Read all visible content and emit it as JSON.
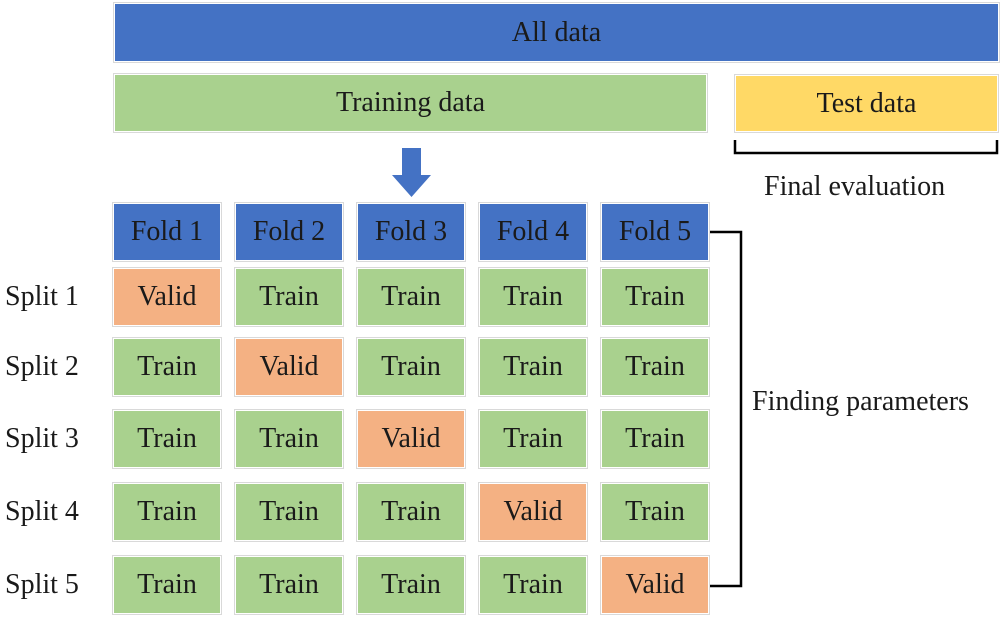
{
  "colors": {
    "all": "#4472c4",
    "training": "#a9d18e",
    "test": "#ffd966",
    "fold": "#4472c4",
    "train": "#a9d18e",
    "valid": "#f4b183",
    "arrow": "#4472c4",
    "bracket": "#000000"
  },
  "top": {
    "all_label": "All data",
    "training_label": "Training data",
    "test_label": "Test data",
    "final_label": "Final evaluation"
  },
  "folds": [
    "Fold 1",
    "Fold 2",
    "Fold 3",
    "Fold 4",
    "Fold 5"
  ],
  "splits": [
    {
      "label": "Split 1",
      "cells": [
        "Valid",
        "Train",
        "Train",
        "Train",
        "Train"
      ]
    },
    {
      "label": "Split 2",
      "cells": [
        "Train",
        "Valid",
        "Train",
        "Train",
        "Train"
      ]
    },
    {
      "label": "Split 3",
      "cells": [
        "Train",
        "Train",
        "Valid",
        "Train",
        "Train"
      ]
    },
    {
      "label": "Split 4",
      "cells": [
        "Train",
        "Train",
        "Train",
        "Valid",
        "Train"
      ]
    },
    {
      "label": "Split 5",
      "cells": [
        "Train",
        "Train",
        "Train",
        "Train",
        "Valid"
      ]
    }
  ],
  "right": {
    "finding_label": "Finding parameters"
  }
}
